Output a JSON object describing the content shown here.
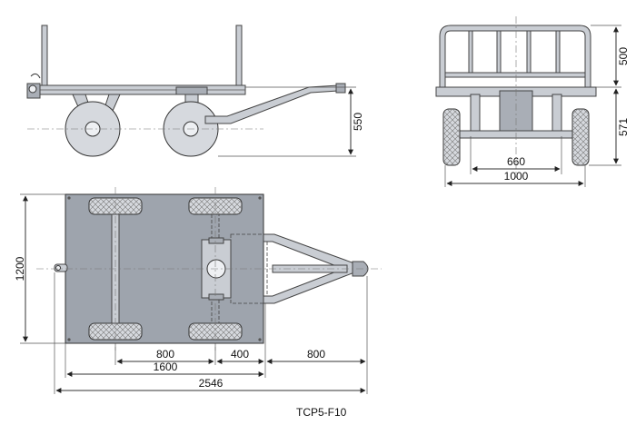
{
  "drawing": {
    "model": "TCP5-F10",
    "side_view": {
      "height_dim": "550"
    },
    "end_view": {
      "rail_height_dim": "500",
      "platform_height_dim": "571",
      "inner_track_dim": "660",
      "overall_width_dim": "1000"
    },
    "plan_view": {
      "width_dim": "1200",
      "wheelbase_dim": "800",
      "hitch_offset_dim": "400",
      "drawbar_dim": "800",
      "platform_length_dim": "1600",
      "overall_length_dim": "2546"
    }
  }
}
